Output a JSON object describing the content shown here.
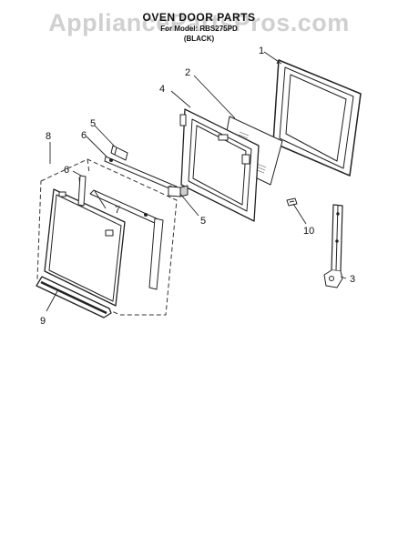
{
  "header": {
    "title": "OVEN DOOR PARTS",
    "subtitle": "For Model: RBS275PD",
    "color_note": "(BLACK)"
  },
  "watermark": "AppliancePartsPros.com",
  "callouts": [
    {
      "id": "1",
      "label": "1",
      "part": "outer-door-panel"
    },
    {
      "id": "2",
      "label": "2",
      "part": "door-glass"
    },
    {
      "id": "3",
      "label": "3",
      "part": "hinge"
    },
    {
      "id": "4",
      "label": "4",
      "part": "inner-door-frame"
    },
    {
      "id": "5a",
      "label": "5",
      "part": "upper-bracket"
    },
    {
      "id": "5b",
      "label": "5",
      "part": "lower-bracket"
    },
    {
      "id": "6a",
      "label": "6",
      "part": "top-trim-strip"
    },
    {
      "id": "6b",
      "label": "6",
      "part": "left-trim-strip"
    },
    {
      "id": "7",
      "label": "7",
      "part": "inner-door-assembly"
    },
    {
      "id": "8",
      "label": "8",
      "part": "door-assembly-outline"
    },
    {
      "id": "9",
      "label": "9",
      "part": "door-handle"
    },
    {
      "id": "10",
      "label": "10",
      "part": "clip"
    }
  ],
  "colors": {
    "line": "#222222",
    "panel": "#ffffff",
    "shade": "#cfcfcf"
  }
}
